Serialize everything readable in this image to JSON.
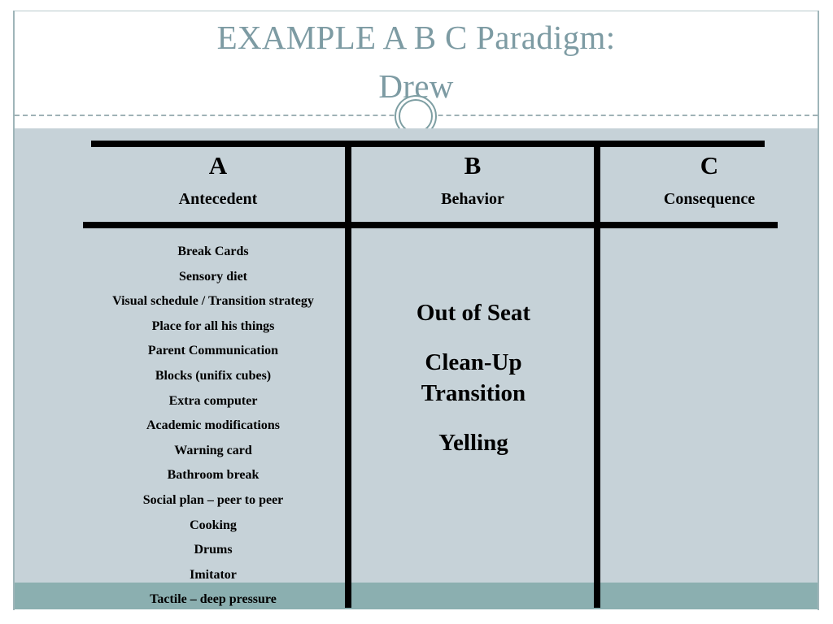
{
  "slide": {
    "title": "EXAMPLE A B C Paradigm: Drew",
    "title_line_1": "EXAMPLE A B C Paradigm:",
    "title_line_2": "Drew"
  },
  "theme": {
    "title_color": "#7d9ba3",
    "body_background": "#c6d2d8",
    "accent_band": "#8bafb0",
    "rule_color": "#000000",
    "frame_color": "#9fb5b9",
    "text_color": "#000000"
  },
  "table": {
    "columns": [
      {
        "letter": "A",
        "word": "Antecedent"
      },
      {
        "letter": "B",
        "word": "Behavior"
      },
      {
        "letter": "C",
        "word": "Consequence"
      }
    ],
    "antecedent_items": [
      "Break Cards",
      "Sensory diet",
      "Visual schedule / Transition strategy",
      "Place for all his things",
      "Parent Communication",
      "Blocks (unifix cubes)",
      "Extra computer",
      "Academic modifications",
      "Warning card",
      "Bathroom break",
      "Social plan – peer to peer",
      "Cooking",
      "Drums",
      "Imitator",
      "Tactile – deep pressure"
    ],
    "behavior_items": [
      "Out of Seat",
      "Clean-Up",
      "Transition",
      "Yelling"
    ],
    "consequence_items": []
  }
}
